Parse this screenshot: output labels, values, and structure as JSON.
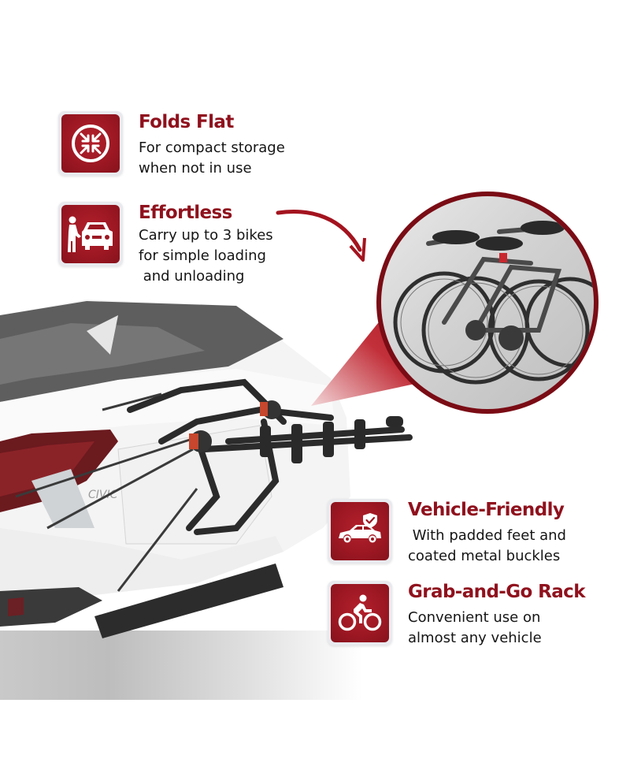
{
  "features": [
    {
      "id": "folds-flat",
      "icon": "compress-arrows-icon",
      "title": "Folds Flat",
      "description": "For compact storage\nwhen not in use"
    },
    {
      "id": "effortless",
      "icon": "person-loading-car-icon",
      "title": "Effortless",
      "description": "Carry up to 3 bikes\nfor simple loading\n and unloading"
    },
    {
      "id": "vehicle-friendly",
      "icon": "car-shield-icon",
      "title": "Vehicle-Friendly",
      "description": " With padded feet and\ncoated metal buckles"
    },
    {
      "id": "grab-and-go",
      "icon": "cyclist-icon",
      "title": "Grab-and-Go Rack",
      "description": "Convenient use on\nalmost any vehicle"
    }
  ],
  "product_image": {
    "car_badge": "CIVIC",
    "subject": "trunk-mounted 3-bike rack on white sedan",
    "zoom_inset": "3 bikes loaded on rack"
  },
  "colors": {
    "accent": "#9b1722",
    "title": "#8f111d",
    "text": "#151515",
    "icon_frame": "#e9eaee",
    "background": "#ffffff"
  }
}
